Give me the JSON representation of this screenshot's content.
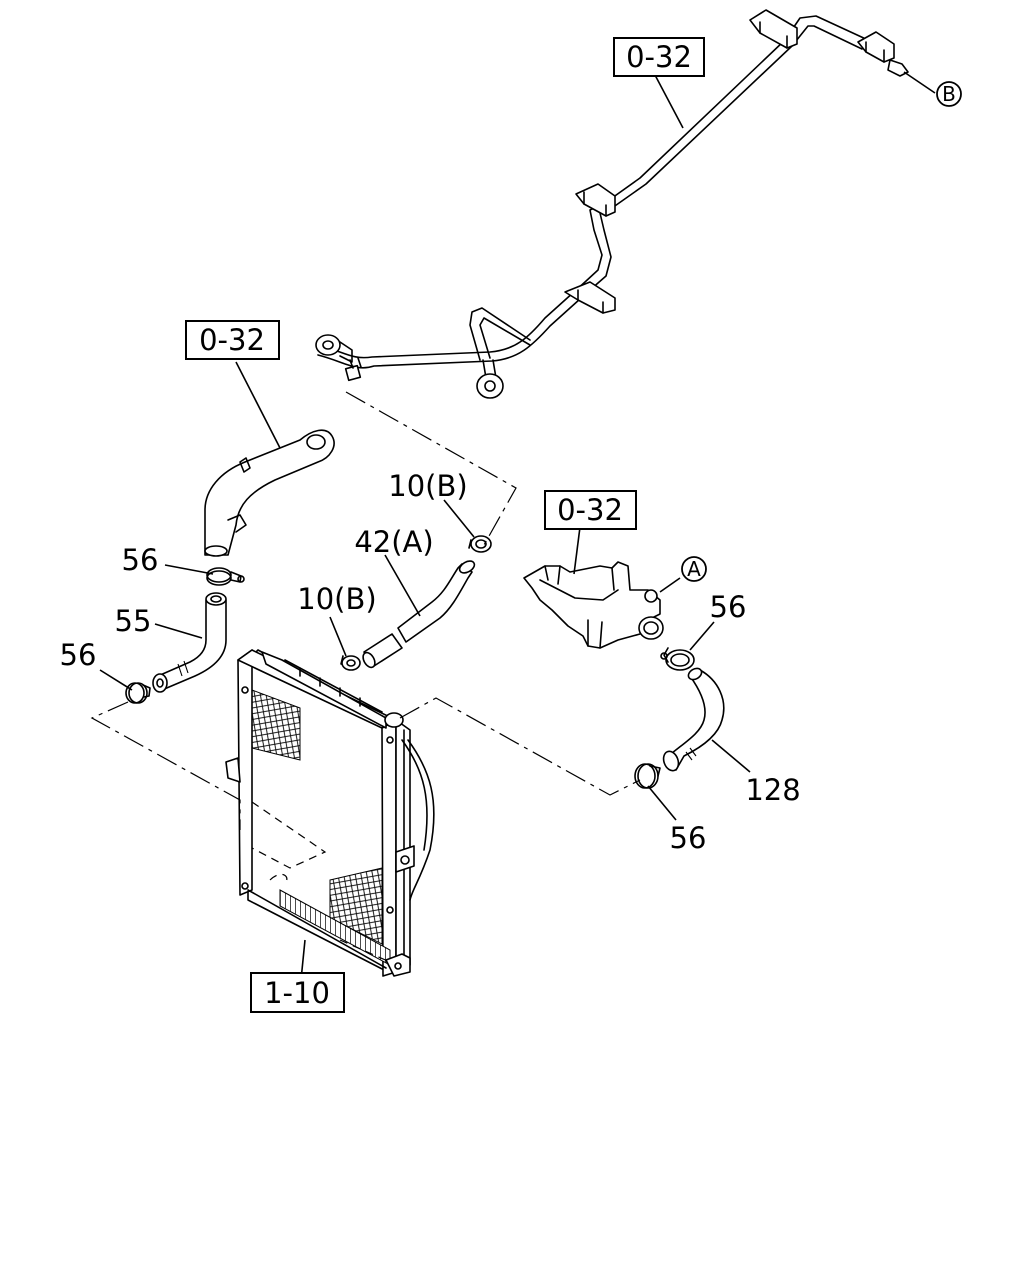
{
  "labels": {
    "ref_top": "0-32",
    "ref_upper_pipe": "0-32",
    "ref_thermostat": "0-32",
    "ref_radiator": "1-10",
    "clamp_upper": "56",
    "clamp_left": "56",
    "clamp_right_top": "56",
    "clamp_right_bottom": "56",
    "hose_upper": "55",
    "hose_bypass": "42(A)",
    "clip_upper": "10(B)",
    "clip_lower": "10(B)",
    "hose_lower": "128",
    "marker_a": "A",
    "marker_b": "B"
  },
  "colors": {
    "line": "#000000",
    "background": "#ffffff"
  }
}
